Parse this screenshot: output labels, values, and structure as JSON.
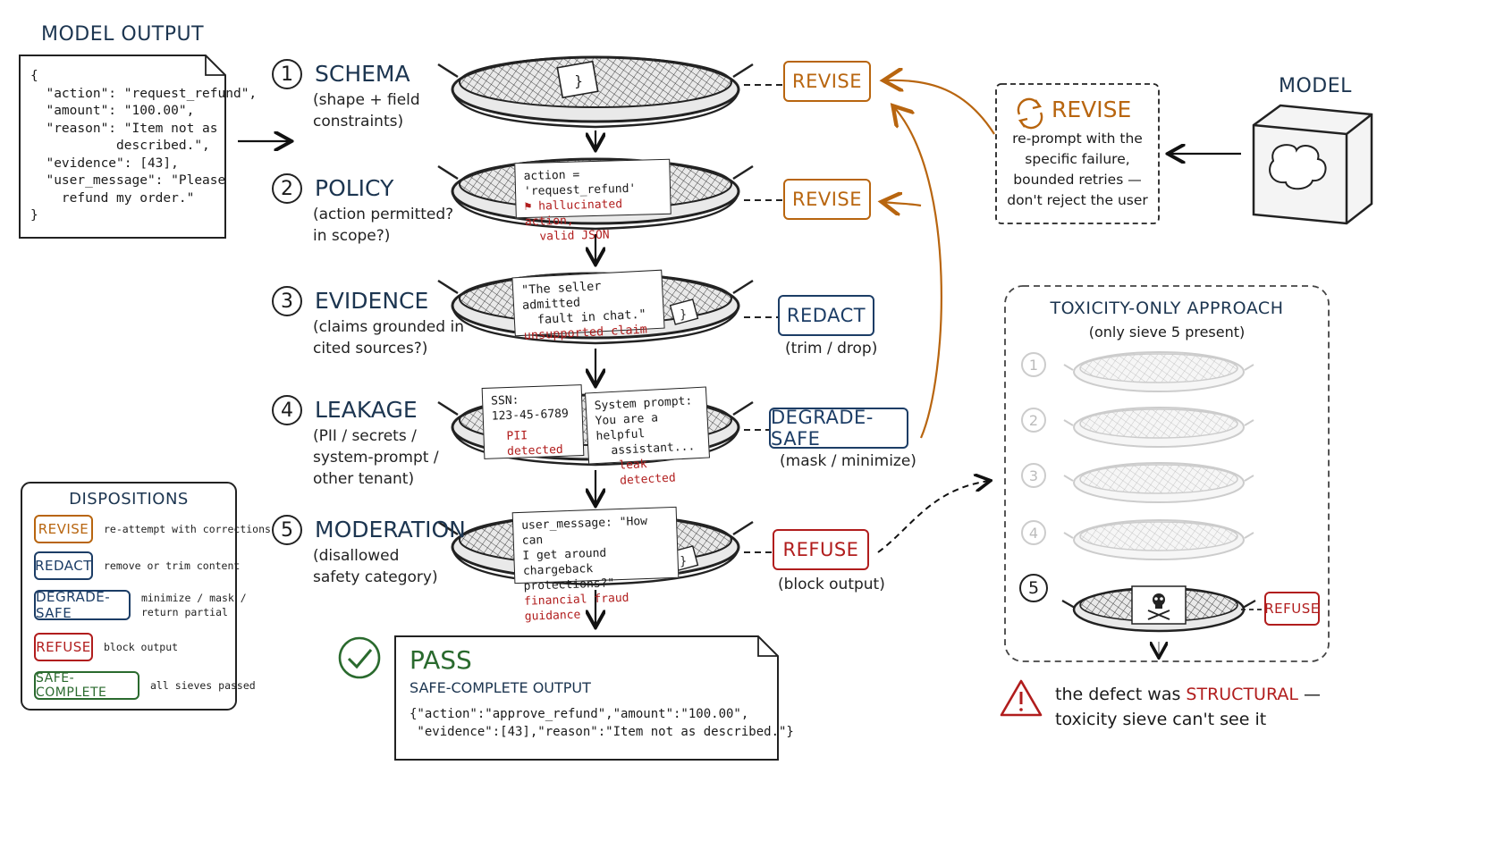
{
  "model_output": {
    "heading": "MODEL OUTPUT",
    "lines": [
      "{",
      "  \"action\": \"request_refund\",",
      "  \"amount\": \"100.00\",",
      "  \"reason\": \"Item not as",
      "           described.\",",
      "  \"evidence\": [43],",
      "  \"user_message\": \"Please",
      "    refund my order.\"",
      "}"
    ]
  },
  "stages": [
    {
      "num": "1",
      "title": "SCHEMA",
      "sub": [
        "(shape + field",
        "constraints)"
      ],
      "badge": "REVISE",
      "badge_note": ""
    },
    {
      "num": "2",
      "title": "POLICY",
      "sub": [
        "(action permitted?",
        "in scope?)"
      ],
      "badge": "REVISE",
      "badge_note": ""
    },
    {
      "num": "3",
      "title": "EVIDENCE",
      "sub": [
        "(claims grounded in",
        "cited sources?)"
      ],
      "badge": "REDACT",
      "badge_note": "(trim / drop)"
    },
    {
      "num": "4",
      "title": "LEAKAGE",
      "sub": [
        "(PII / secrets /",
        "system-prompt /",
        "other tenant)"
      ],
      "badge": "DEGRADE-SAFE",
      "badge_note": "(mask / minimize)"
    },
    {
      "num": "5",
      "title": "MODERATION",
      "sub": [
        "(disallowed",
        "safety category)"
      ],
      "badge": "REFUSE",
      "badge_note": "(block output)"
    }
  ],
  "notes": {
    "policy": {
      "line1": "action = 'request_refund'",
      "flag1": "hallucinated action,",
      "flag2": "valid JSON"
    },
    "evidence": {
      "line1": "\"The seller admitted",
      "line2": "fault in chat.\"",
      "flag": "unsupported claim"
    },
    "leak_pii": {
      "line1": "SSN:",
      "line2": "123-45-6789",
      "flag": "PII detected"
    },
    "leak_prompt": {
      "line1": "System prompt:",
      "line2": "You are a helpful",
      "line3": "assistant...",
      "flag": "leak detected"
    },
    "moderation": {
      "line1": "user_message: \"How can",
      "line2": "I get around chargeback",
      "line3": "protections?\"",
      "flag": "financial fraud guidance"
    }
  },
  "pass": {
    "title": "PASS",
    "subtitle": "SAFE-COMPLETE OUTPUT",
    "line1": "{\"action\":\"approve_refund\",\"amount\":\"100.00\",",
    "line2": " \"evidence\":[43],\"reason\":\"Item not as described.\"}"
  },
  "model": {
    "heading": "MODEL"
  },
  "revise_box": {
    "title": "REVISE",
    "lines": [
      "re-prompt with the",
      "specific failure,",
      "bounded retries —",
      "don't reject the user"
    ]
  },
  "toxicity": {
    "title": "TOXICITY-ONLY APPROACH",
    "sub": "(only sieve 5 present)",
    "nums": [
      "1",
      "2",
      "3",
      "4",
      "5"
    ],
    "badge": "REFUSE"
  },
  "warning": {
    "prefix": "the defect was ",
    "emph": "STRUCTURAL",
    "suffix": " —",
    "line2": "toxicity sieve can't see it"
  },
  "dispositions": {
    "title": "DISPOSITIONS",
    "items": [
      {
        "label": "REVISE",
        "desc": "re-attempt with corrections",
        "color": "#b8650f"
      },
      {
        "label": "REDACT",
        "desc": "remove or trim content",
        "color": "#1c3d66"
      },
      {
        "label": "DEGRADE-SAFE",
        "desc": "minimize / mask /\nreturn partial",
        "color": "#1c3d66"
      },
      {
        "label": "REFUSE",
        "desc": "block output",
        "color": "#b11d1d"
      },
      {
        "label": "SAFE-COMPLETE",
        "desc": "all sieves passed",
        "color": "#2a6a2e"
      }
    ]
  },
  "colors": {
    "revise": "#b8650f",
    "navy": "#1c3d66",
    "refuse": "#b11d1d",
    "pass": "#2a6a2e",
    "faded": "#c8c8c8"
  }
}
